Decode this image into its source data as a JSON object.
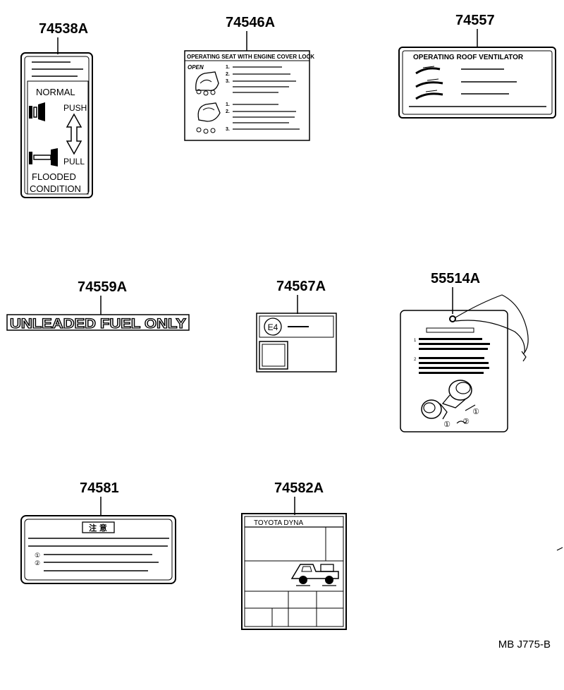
{
  "parts": [
    {
      "part_number": "74538A",
      "texts": {
        "normal": "NORMAL",
        "push": "PUSH",
        "pull": "PULL",
        "flooded": "FLOODED",
        "condition": "CONDITION"
      }
    },
    {
      "part_number": "74546A",
      "texts": {
        "heading": "OPERATING  SEAT WITH ENGINE COVER LOCK",
        "open": "OPEN",
        "n1": "1.",
        "n2": "2.",
        "n3": "3.",
        "n4": "1.",
        "n5": "2.",
        "n6": "3."
      }
    },
    {
      "part_number": "74557",
      "texts": {
        "heading": "OPERATING  ROOF VENTILATOR"
      }
    },
    {
      "part_number": "74559A",
      "texts": {
        "text": "UNLEADED FUEL ONLY"
      }
    },
    {
      "part_number": "74567A",
      "texts": {
        "badge": "E4"
      }
    },
    {
      "part_number": "55514A",
      "texts": {
        "n1": "1",
        "n2": "2",
        "c1": "①",
        "c2": "②",
        "c3": "①"
      }
    },
    {
      "part_number": "74581",
      "texts": {
        "heading": "注 意",
        "c1": "①",
        "c2": "②"
      }
    },
    {
      "part_number": "74582A",
      "texts": {
        "heading": "TOYOTA  DYNA"
      }
    }
  ],
  "diagram_code": "MB  J775-B"
}
